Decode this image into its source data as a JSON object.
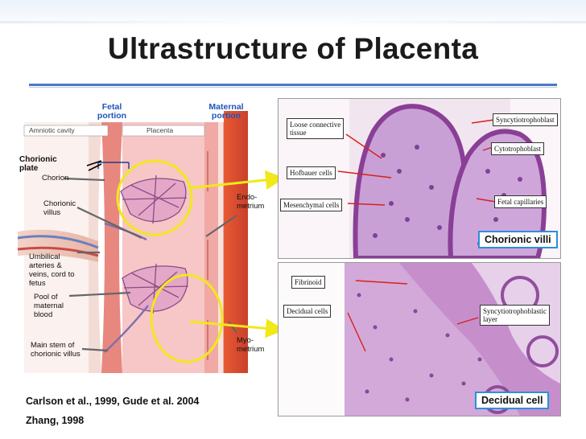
{
  "title": "Ultrastructure of Placenta",
  "diagram": {
    "fetal_portion": "Fetal\nportion",
    "maternal_portion": "Maternal\nportion",
    "amniotic_cavity": "Amniotic cavity",
    "placenta": "Placenta",
    "chorionic_plate": "Chorionic\nplate",
    "chorion": "Chorion",
    "chorionic_villus": "Chorionic\nvillus",
    "umbilical": "Umbilical\narteries &\nveins, cord to\nfetus",
    "pool": "Pool of\nmaternal\nblood",
    "main_stem": "Main stem of\nchorionic villus",
    "endometrium": "Endo-\nmetrium",
    "myometrium": "Myo-\nmetrium"
  },
  "citations": {
    "line1": "Carlson et al., 1999, Gude et al. 2004",
    "line2": "Zhang, 1998"
  },
  "micrograph_villi": {
    "labels": {
      "loose": "Loose connective\ntissue",
      "hofbauer": "Hofbauer cells",
      "mesenchymal": "Mesenchymal cells",
      "syncytio": "Syncytiotrophoblast",
      "cytotroph": "Cytotrophoblast",
      "fetal_cap": "Fetal capillaries"
    },
    "caption": "Chorionic villi"
  },
  "micrograph_decidual": {
    "labels": {
      "fibrinoid": "Fibrinoid",
      "decidual_cells": "Decidual cells",
      "syncytio_layer": "Syncytiotrophoblastic\nlayer"
    },
    "caption": "Decidual cell"
  },
  "colors": {
    "accent_rule": "#4c79c2",
    "highlight_ellipse": "#f2e81a",
    "caption_border": "#2d8fd8",
    "label_arrow": "#d9201c",
    "tissue_pink": "#f4b8bd",
    "stain_purple": "#b98ac9"
  }
}
